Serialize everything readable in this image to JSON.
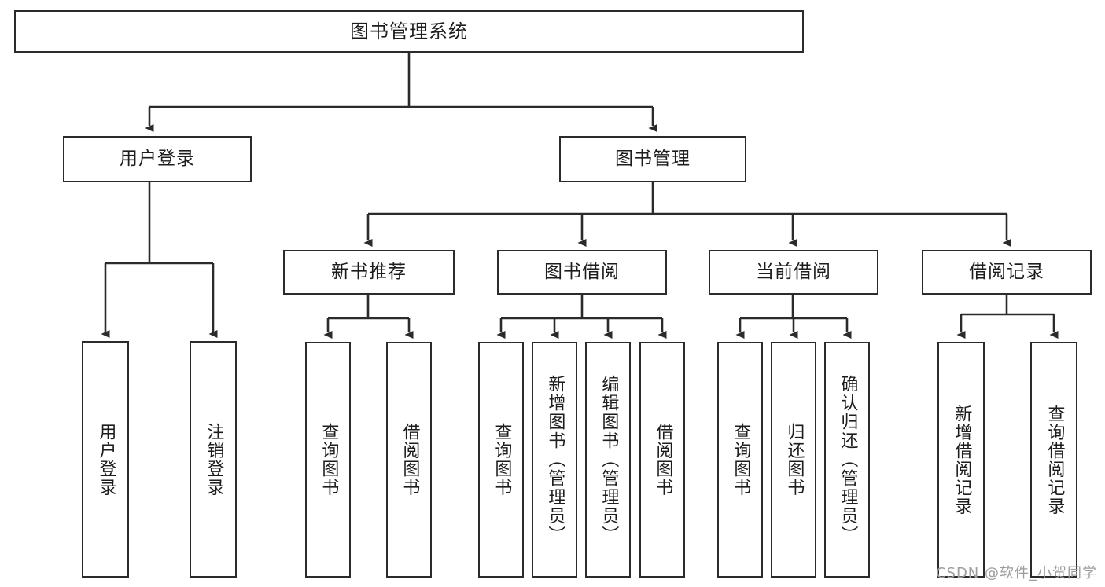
{
  "diagram": {
    "type": "tree",
    "title": "图书管理系统",
    "watermark": "CSDN @软件_小贺同学",
    "colors": {
      "stroke": "#2b2b2b",
      "fill": "#ffffff",
      "text": "#1d1d1d",
      "watermark": "#9d9d9d"
    },
    "nodes": {
      "root": {
        "label": "图书管理系统",
        "level": 0,
        "orientation": "horizontal"
      },
      "l1": [
        {
          "id": "user-login",
          "label": "用户登录",
          "orientation": "horizontal"
        },
        {
          "id": "book-manage",
          "label": "图书管理",
          "orientation": "horizontal"
        }
      ],
      "l2": [
        {
          "id": "new-book-rec",
          "label": "新书推荐",
          "parent": "book-manage",
          "orientation": "horizontal"
        },
        {
          "id": "book-borrow",
          "label": "图书借阅",
          "parent": "book-manage",
          "orientation": "horizontal"
        },
        {
          "id": "current-borrow",
          "label": "当前借阅",
          "parent": "book-manage",
          "orientation": "horizontal"
        },
        {
          "id": "borrow-record",
          "label": "借阅记录",
          "parent": "book-manage",
          "orientation": "horizontal"
        }
      ],
      "leaves": [
        {
          "id": "leaf-user-login",
          "label": "用户登录",
          "parent": "user-login",
          "orientation": "vertical"
        },
        {
          "id": "leaf-user-logout",
          "label": "注销登录",
          "parent": "user-login",
          "orientation": "vertical"
        },
        {
          "id": "leaf-rec-query",
          "label": "查询图书",
          "parent": "new-book-rec",
          "orientation": "vertical"
        },
        {
          "id": "leaf-rec-borrow",
          "label": "借阅图书",
          "parent": "new-book-rec",
          "orientation": "vertical"
        },
        {
          "id": "leaf-borrow-query",
          "label": "查询图书",
          "parent": "book-borrow",
          "orientation": "vertical"
        },
        {
          "id": "leaf-borrow-add",
          "label": "新增图书（管理员）",
          "parent": "book-borrow",
          "orientation": "vertical",
          "tall": true
        },
        {
          "id": "leaf-borrow-edit",
          "label": "编辑图书（管理员）",
          "parent": "book-borrow",
          "orientation": "vertical",
          "tall": true
        },
        {
          "id": "leaf-borrow-lend",
          "label": "借阅图书",
          "parent": "book-borrow",
          "orientation": "vertical"
        },
        {
          "id": "leaf-cur-query",
          "label": "查询图书",
          "parent": "current-borrow",
          "orientation": "vertical"
        },
        {
          "id": "leaf-cur-return",
          "label": "归还图书",
          "parent": "current-borrow",
          "orientation": "vertical"
        },
        {
          "id": "leaf-cur-confirm",
          "label": "确认归还（管理员）",
          "parent": "current-borrow",
          "orientation": "vertical",
          "tall": true
        },
        {
          "id": "leaf-rec-add",
          "label": "新增借阅记录",
          "parent": "borrow-record",
          "orientation": "vertical"
        },
        {
          "id": "leaf-rec-query2",
          "label": "查询借阅记录",
          "parent": "borrow-record",
          "orientation": "vertical"
        }
      ]
    }
  }
}
